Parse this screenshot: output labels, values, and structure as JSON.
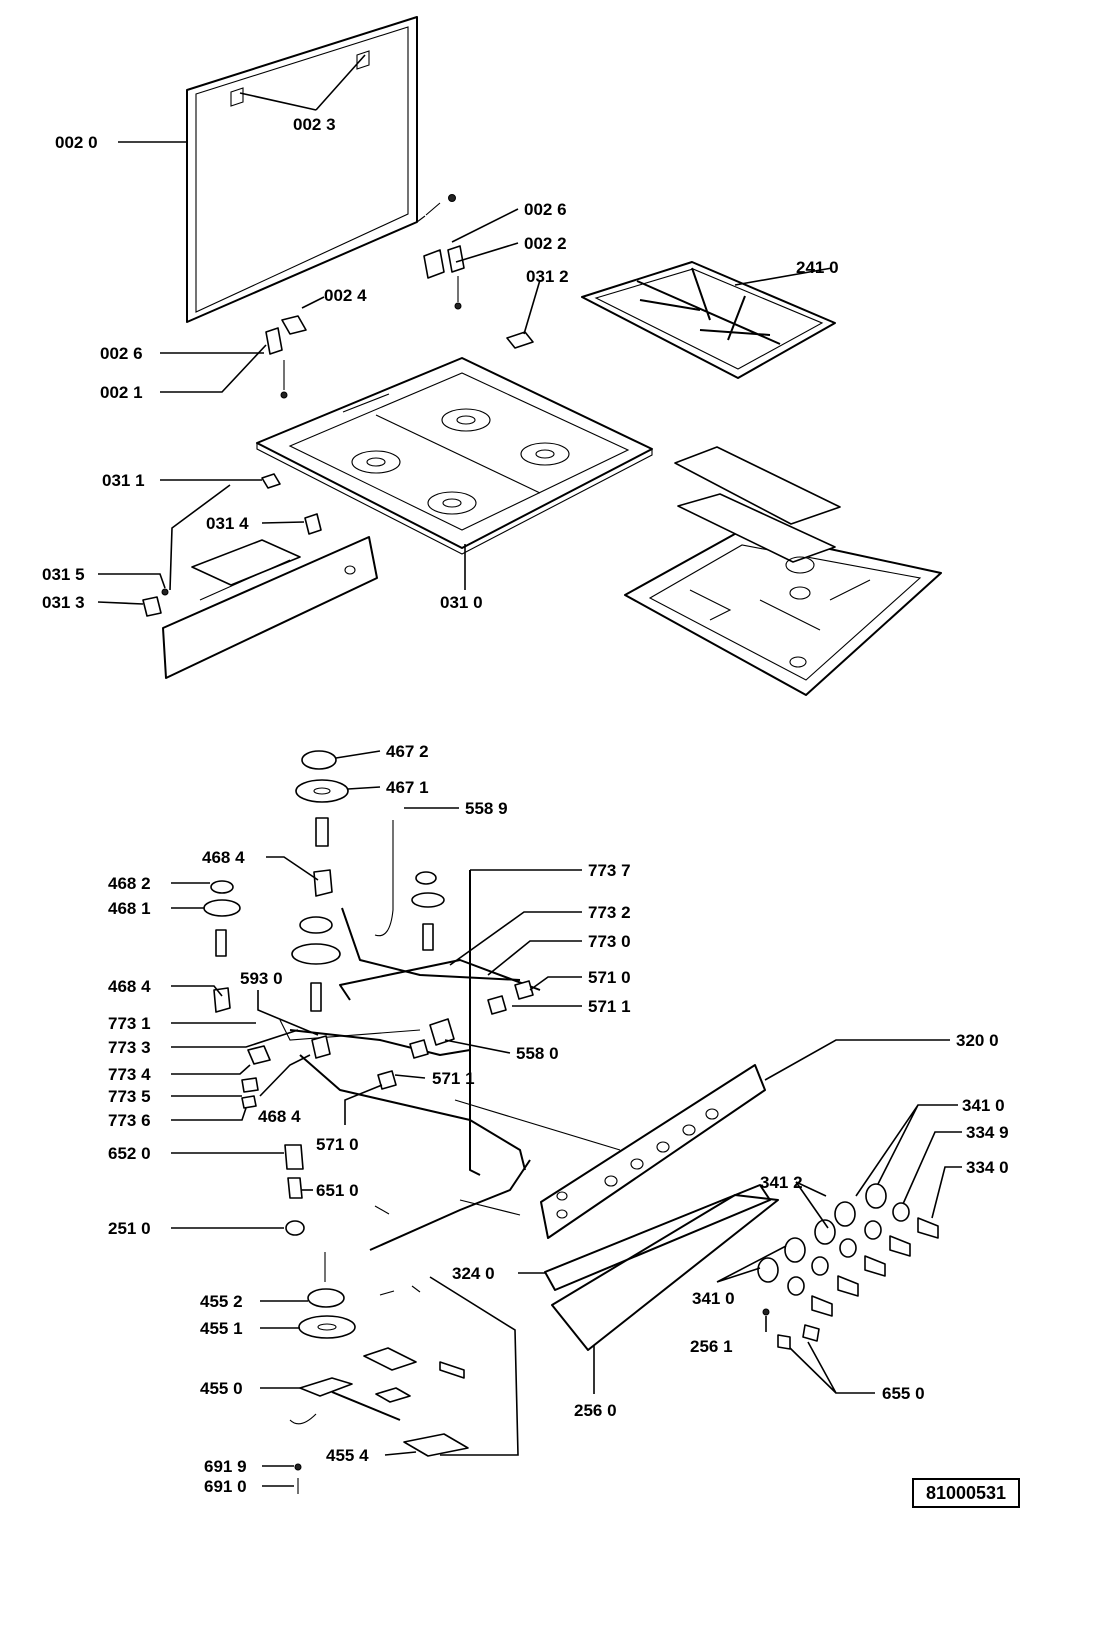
{
  "drawing_number": "81000531",
  "labels": {
    "l0020": "002 0",
    "l0023": "002 3",
    "l0026a": "002 6",
    "l0022": "002 2",
    "l0312": "031 2",
    "l2410": "241 0",
    "l0024": "002 4",
    "l0026b": "002 6",
    "l0021": "002 1",
    "l0311": "031 1",
    "l0314": "031 4",
    "l0315": "031 5",
    "l0313": "031 3",
    "l0310": "031 0",
    "l4672": "467 2",
    "l4671": "467 1",
    "l5589": "558 9",
    "l4684a": "468 4",
    "l7737": "773 7",
    "l4682": "468 2",
    "l4681": "468 1",
    "l7732": "773 2",
    "l7730": "773 0",
    "l4684b": "468 4",
    "l5930": "593 0",
    "l5710a": "571 0",
    "l5711a": "571 1",
    "l7731": "773 1",
    "l7733": "773 3",
    "l5580": "558 0",
    "l3200": "320 0",
    "l7734": "773 4",
    "l7735": "773 5",
    "l5711b": "571 1",
    "l7736": "773 6",
    "l4684c": "468 4",
    "l3410a": "341 0",
    "l5710b": "571 0",
    "l3349": "334 9",
    "l6520": "652 0",
    "l3340": "334 0",
    "l3412": "341 2",
    "l6510": "651 0",
    "l2510": "251 0",
    "l3240": "324 0",
    "l3410b": "341 0",
    "l4552": "455 2",
    "l4551": "455 1",
    "l2561": "256 1",
    "l4550": "455 0",
    "l6550": "655 0",
    "l2560": "256 0",
    "l4554": "455 4",
    "l6919": "691 9",
    "l6910": "691 0"
  }
}
